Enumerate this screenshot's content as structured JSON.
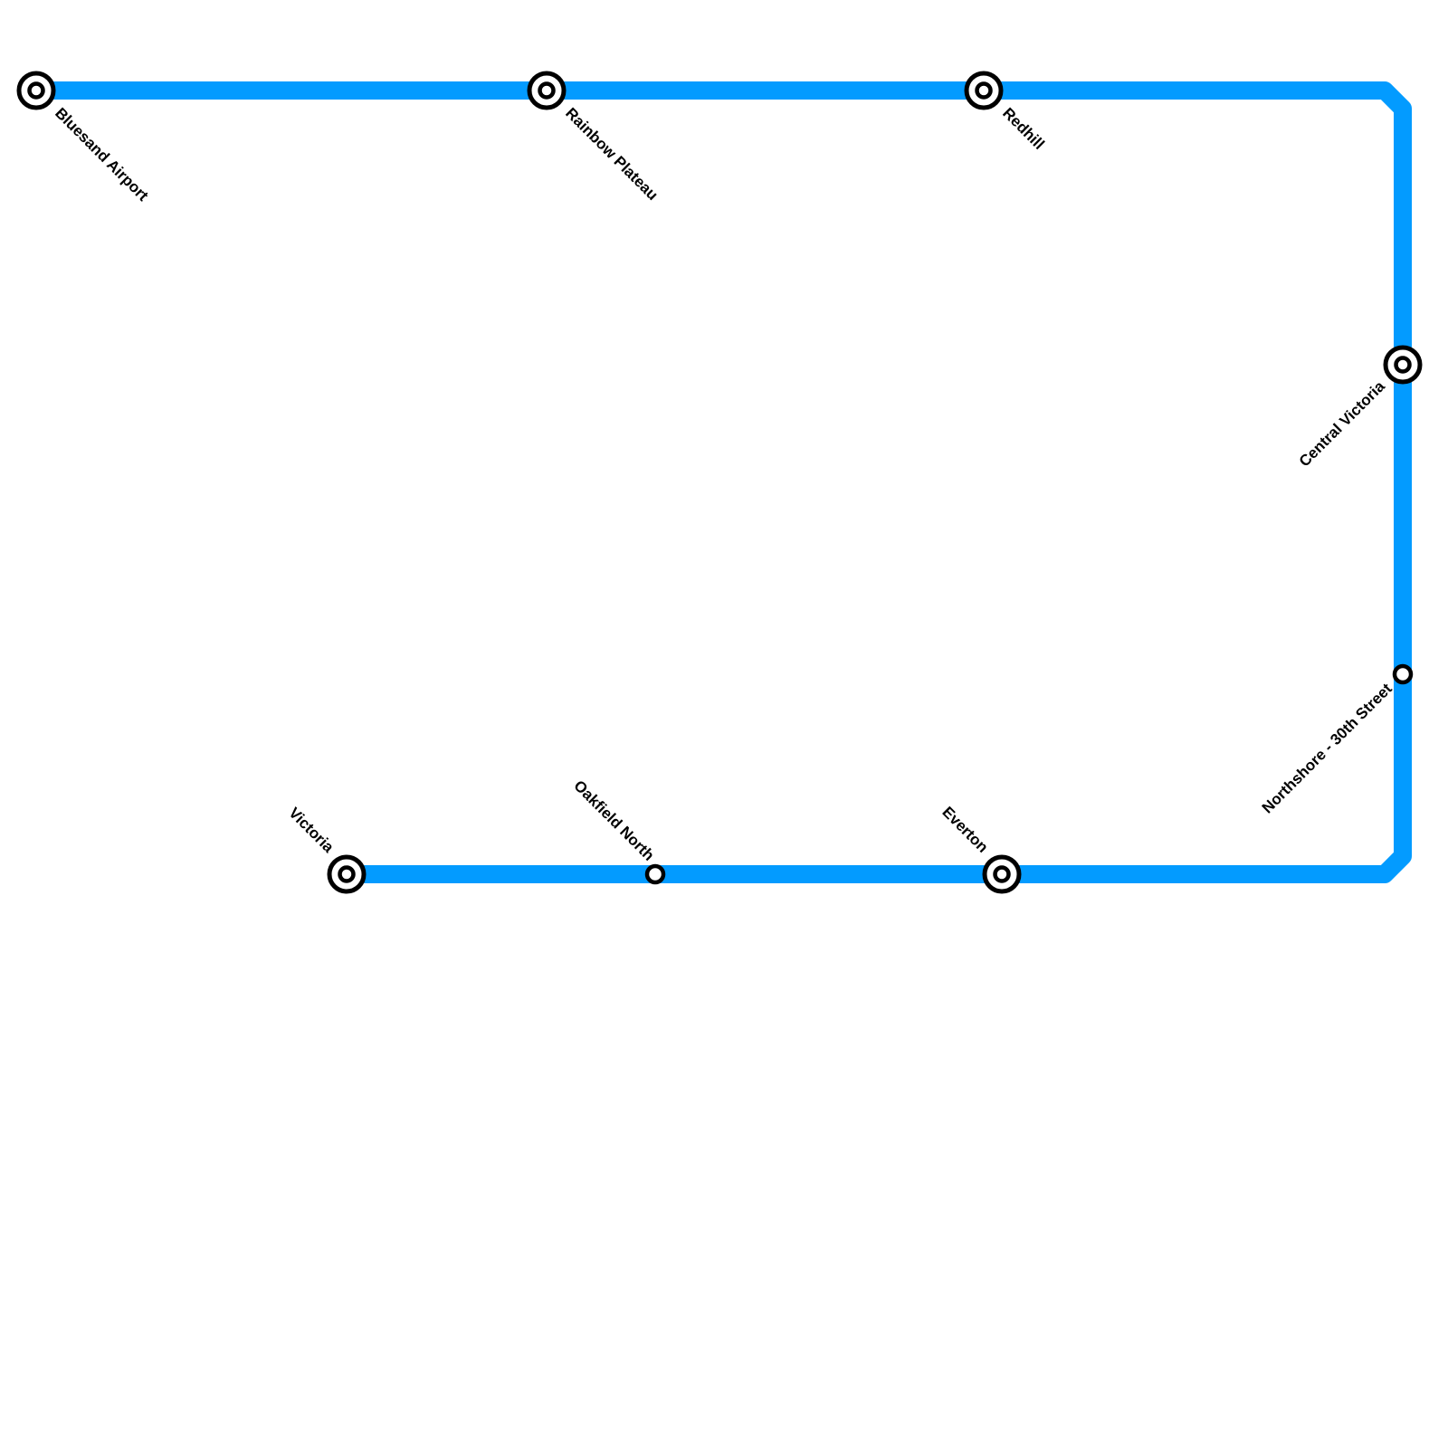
{
  "map": {
    "line": {
      "color": "#039BFF"
    },
    "stations": [
      {
        "id": "bluesand-airport",
        "name": "Bluesand Airport",
        "type": "interchange"
      },
      {
        "id": "rainbow-plateau",
        "name": "Rainbow Plateau",
        "type": "interchange"
      },
      {
        "id": "redhill",
        "name": "Redhill",
        "type": "interchange"
      },
      {
        "id": "central-victoria",
        "name": "Central Victoria",
        "type": "interchange"
      },
      {
        "id": "northshore-30th-street",
        "name": "Northshore - 30th Street",
        "type": "stop"
      },
      {
        "id": "everton",
        "name": "Everton",
        "type": "interchange"
      },
      {
        "id": "oakfield-north",
        "name": "Oakfield North",
        "type": "stop"
      },
      {
        "id": "victoria",
        "name": "Victoria",
        "type": "interchange"
      }
    ]
  }
}
